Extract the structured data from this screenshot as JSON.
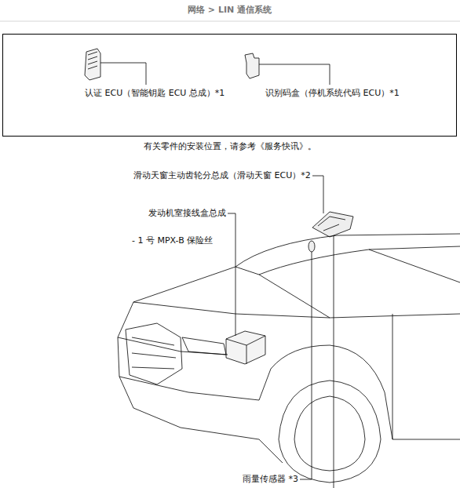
{
  "diagram": {
    "title": "网络 > LIN 通信系统",
    "nodes": [
      {
        "text": [
          "认证 ECU（智能钥匙 ECU 总成）*1",
          "识别码盒（停机系统代码 ECU）*1"
        ]
      }
    ],
    "labels": [
      "有关零件的安装位置，请参考《服务快讯》。",
      "滑动天窗主动齿轮分总成（滑动天窗 ECU）*2",
      "发动机室接线盒总成",
      "- 1 号 MPX-B 保险丝",
      "雨量传感器 *3"
    ]
  }
}
